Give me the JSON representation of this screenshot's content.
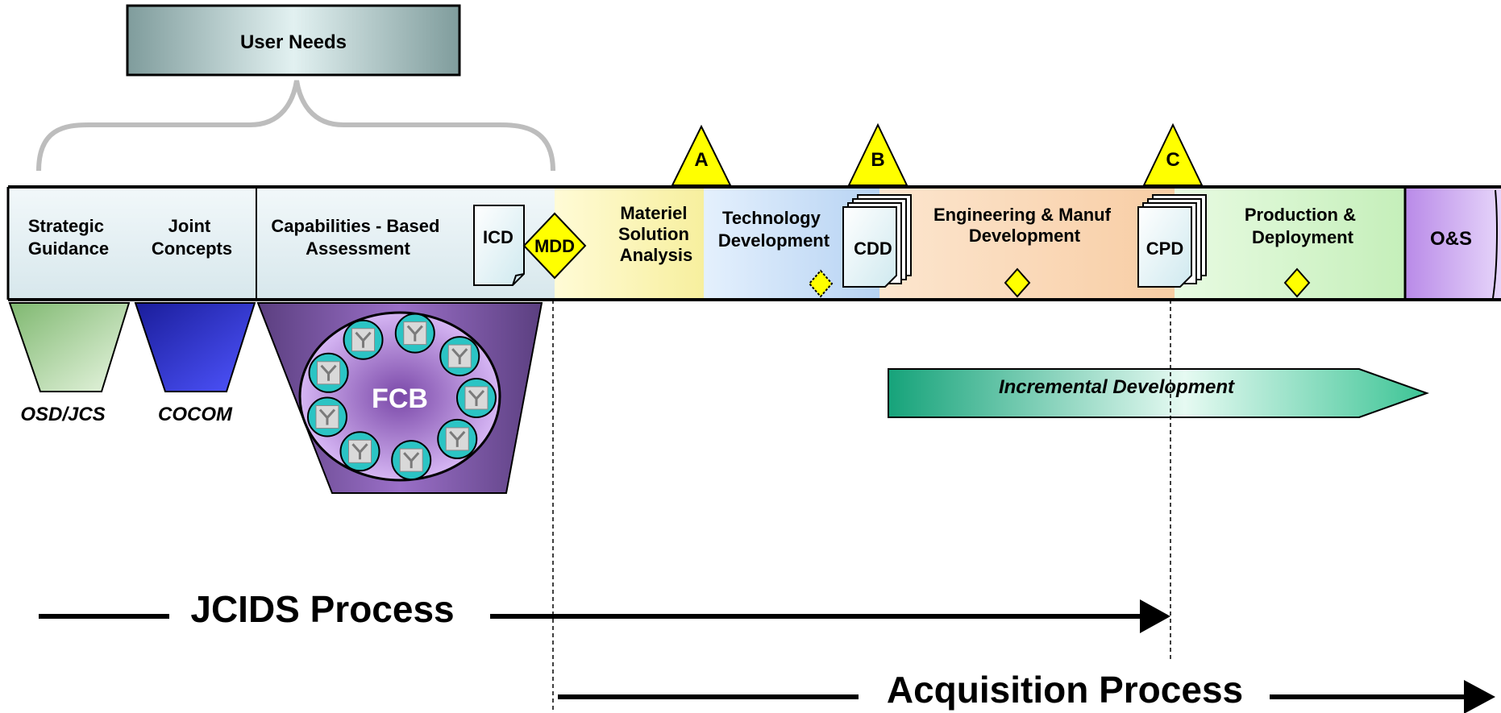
{
  "header": {
    "user_needs": "User Needs"
  },
  "jcids_phases": {
    "strategic": [
      "Strategic",
      "Guidance"
    ],
    "joint": [
      "Joint",
      "Concepts"
    ],
    "cba": [
      "Capabilities - Based",
      "Assessment"
    ]
  },
  "documents": {
    "icd": "ICD",
    "cdd": "CDD",
    "cpd": "CPD"
  },
  "decision": {
    "mdd": "MDD"
  },
  "milestones": {
    "a": "A",
    "b": "B",
    "c": "C"
  },
  "acq_phases": {
    "msa": [
      "Materiel",
      "Solution",
      "Analysis"
    ],
    "td": [
      "Technology",
      "Development"
    ],
    "emd": [
      "Engineering & Manuf",
      "Development"
    ],
    "pd": [
      "Production &",
      "Deployment"
    ],
    "os": "O&S"
  },
  "organizations": {
    "osd": "OSD/JCS",
    "cocom": "COCOM",
    "fcb": "FCB"
  },
  "incremental": "Incremental Development",
  "processes": {
    "jcids": "JCIDS Process",
    "acquisition": "Acquisition Process"
  },
  "colors": {
    "jcids_band": "#e6f0f3",
    "msa": "#fbf5b4",
    "td": "#cfe3f8",
    "emd": "#fbdcbc",
    "pd": "#d7f5cf",
    "os": "#c9a6f0",
    "milestone": "#ffff00",
    "osd_funnel": "#a8d29a",
    "cocom_funnel": "#3b3fe8",
    "fcb_funnel": "#8a5fb5",
    "incremental_arrow": "#2eb48a"
  }
}
